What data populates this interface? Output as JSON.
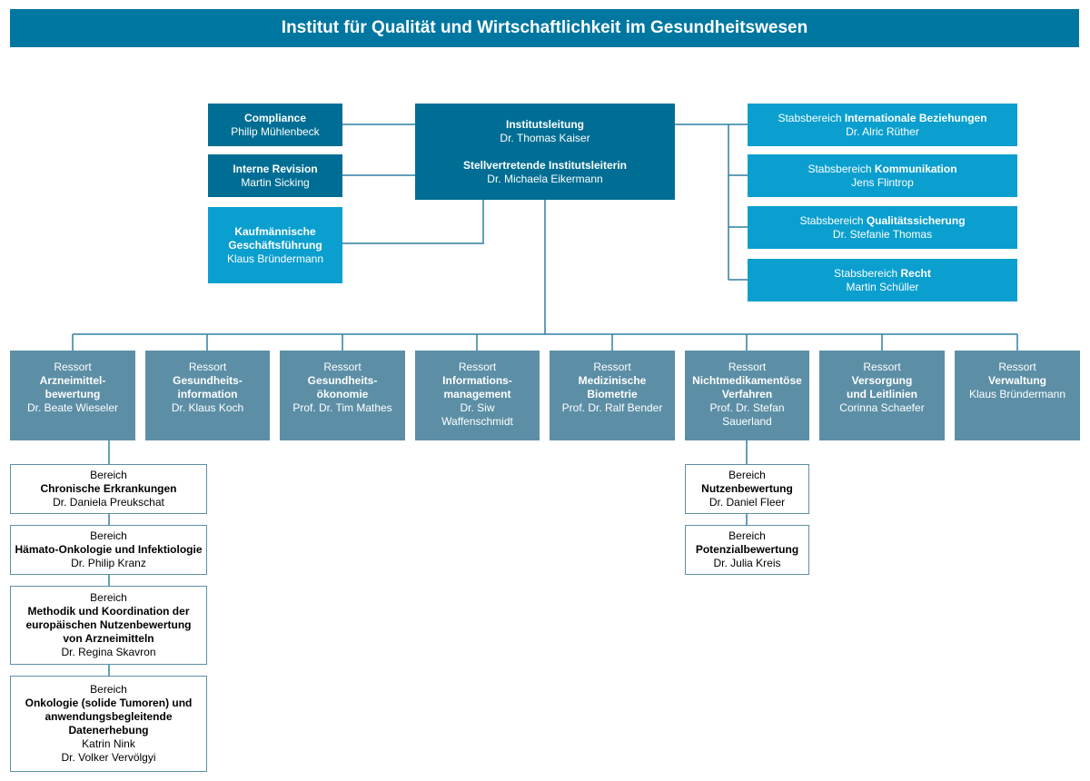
{
  "title": "Institut für Qualität und Wirtschaftlichkeit im Gesundheitswesen",
  "leitung": {
    "title1": "Institutsleitung",
    "name1": "Dr. Thomas Kaiser",
    "title2": "Stellvertretende Institutsleiterin",
    "name2": "Dr. Michaela Eikermann"
  },
  "left_units": [
    {
      "title": "Compliance",
      "name": "Philip Mühlenbeck"
    },
    {
      "title": "Interne Revision",
      "name": "Martin Sicking"
    },
    {
      "title_line1": "Kaufmännische",
      "title_line2": "Geschäftsführung",
      "name": "Klaus Bründermann"
    }
  ],
  "stabsbereiche": [
    {
      "prefix": "Stabsbereich",
      "title": "Internationale Beziehungen",
      "name": "Dr. Alric Rüther"
    },
    {
      "prefix": "Stabsbereich",
      "title": "Kommunikation",
      "name": "Jens Flintrop"
    },
    {
      "prefix": "Stabsbereich",
      "title": "Qualitätssicherung",
      "name": "Dr. Stefanie Thomas"
    },
    {
      "prefix": "Stabsbereich",
      "title": "Recht",
      "name": "Martin Schüller"
    }
  ],
  "ressorts": [
    {
      "label": "Ressort",
      "title1": "Arzneimittel-",
      "title2": "bewertung",
      "name1": "Dr. Beate Wieseler",
      "name2": ""
    },
    {
      "label": "Ressort",
      "title1": "Gesundheits-",
      "title2": "information",
      "name1": "Dr. Klaus Koch",
      "name2": ""
    },
    {
      "label": "Ressort",
      "title1": "Gesundheits-",
      "title2": "ökonomie",
      "name1": "Prof. Dr. Tim Mathes",
      "name2": ""
    },
    {
      "label": "Ressort",
      "title1": "Informations-",
      "title2": "management",
      "name1": "Dr. Siw",
      "name2": "Waffenschmidt"
    },
    {
      "label": "Ressort",
      "title1": "Medizinische",
      "title2": "Biometrie",
      "name1": "Prof. Dr. Ralf Bender",
      "name2": ""
    },
    {
      "label": "Ressort",
      "title1": "Nichtmedikamentöse",
      "title2": "Verfahren",
      "name1": "Prof. Dr. Stefan",
      "name2": "Sauerland"
    },
    {
      "label": "Ressort",
      "title1": "Versorgung",
      "title2": "und Leitlinien",
      "name1": "Corinna Schaefer",
      "name2": ""
    },
    {
      "label": "Ressort",
      "title1": "Verwaltung",
      "title2": "",
      "name1": "Klaus Bründermann",
      "name2": ""
    }
  ],
  "bereiche_left": [
    {
      "label": "Bereich",
      "title_lines": [
        "Chronische Erkrankungen"
      ],
      "names": [
        "Dr. Daniela Preukschat"
      ]
    },
    {
      "label": "Bereich",
      "title_lines": [
        "Hämato-Onkologie und Infektiologie"
      ],
      "names": [
        "Dr. Philip Kranz"
      ]
    },
    {
      "label": "Bereich",
      "title_lines": [
        "Methodik und Koordination der",
        "europäischen Nutzenbewertung",
        "von Arzneimitteln"
      ],
      "names": [
        "Dr. Regina Skavron"
      ]
    },
    {
      "label": "Bereich",
      "title_lines": [
        "Onkologie (solide Tumoren) und",
        "anwendungsbegleitende",
        "Datenerhebung"
      ],
      "names": [
        "Katrin Nink",
        "Dr. Volker Vervölgyi"
      ]
    }
  ],
  "bereiche_right": [
    {
      "label": "Bereich",
      "title_lines": [
        "Nutzenbewertung"
      ],
      "names": [
        "Dr. Daniel Fleer"
      ]
    },
    {
      "label": "Bereich",
      "title_lines": [
        "Potenzialbewertung"
      ],
      "names": [
        "Dr. Julia Kreis"
      ]
    }
  ]
}
